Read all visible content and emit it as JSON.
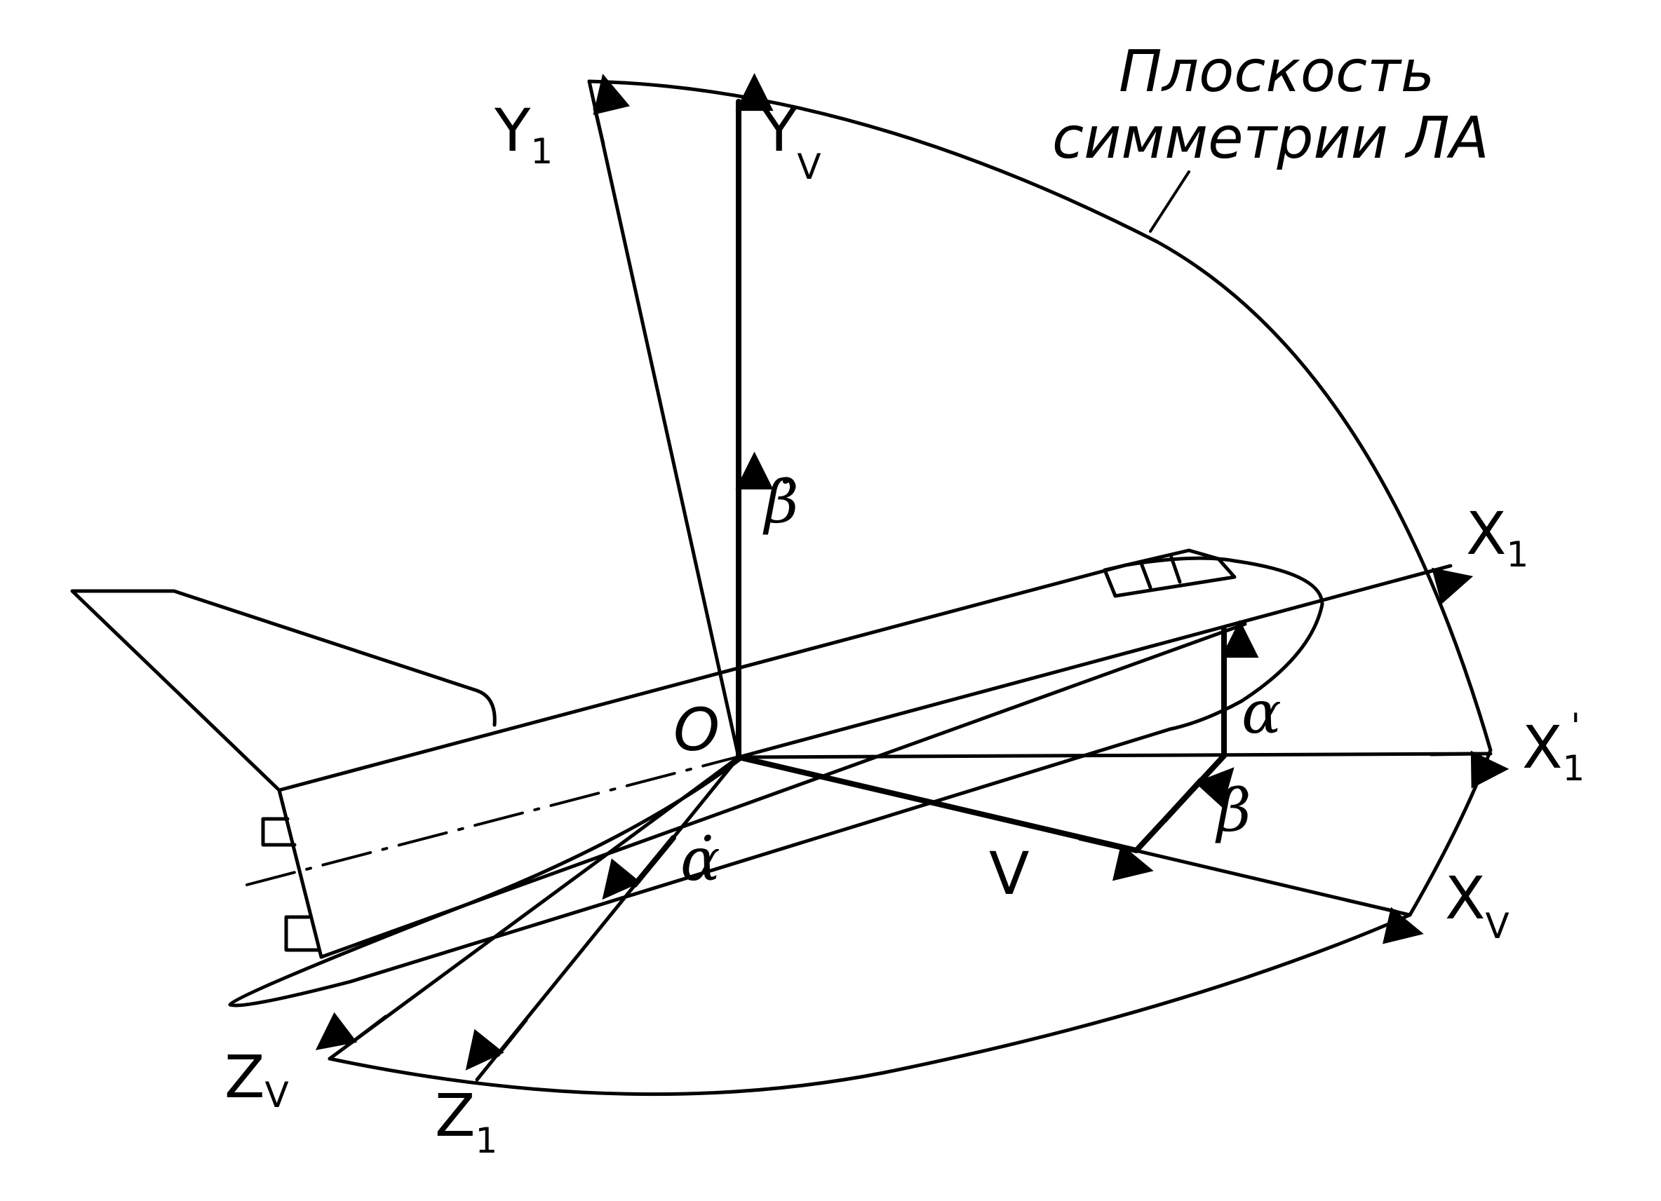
{
  "caption": {
    "line1": "Плоскость",
    "line2": "симметрии ЛА"
  },
  "labels": {
    "origin": "O",
    "velocity": "V",
    "y1": {
      "base": "Y",
      "sub": "1"
    },
    "yv": {
      "base": "Y",
      "sub": "V"
    },
    "x1": {
      "base": "X",
      "sub": "1"
    },
    "x1p": {
      "base": "X",
      "sub": "1",
      "prime": "'"
    },
    "xv": {
      "base": "X",
      "sub": "V"
    },
    "z1": {
      "base": "Z",
      "sub": "1"
    },
    "zv": {
      "base": "Z",
      "sub": "V"
    },
    "alpha": "α",
    "alpha_dot": "α̇",
    "beta": "β",
    "beta_dot": "β̇"
  }
}
